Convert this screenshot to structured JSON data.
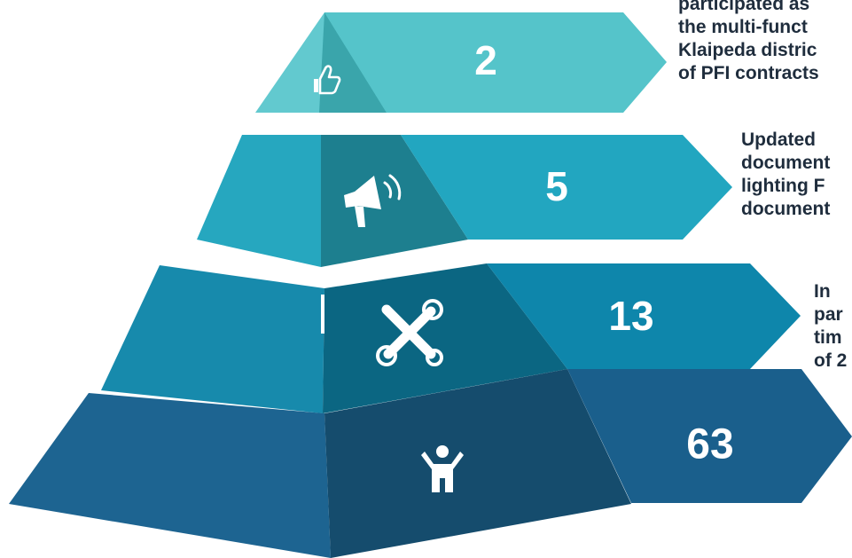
{
  "levels": [
    {
      "value": "2",
      "icon": "thumbs-up-icon",
      "colors": {
        "left": "#62c9cf",
        "mid": "#3aa5ab",
        "arrow": "#55c4ca"
      },
      "text_lines": [
        "participated as",
        "the multi-funct",
        "Klaipeda distric",
        "of PFI contracts"
      ]
    },
    {
      "value": "5",
      "icon": "megaphone-icon",
      "colors": {
        "left": "#26a7bf",
        "mid": "#1d7f8f",
        "arrow": "#22a6c0"
      },
      "text_lines": [
        "Updated",
        "document",
        "lighting F",
        "document"
      ]
    },
    {
      "value": "13",
      "icon": "tools-icon",
      "colors": {
        "left": "#178aac",
        "mid": "#0b6682",
        "arrow": "#0e86ab"
      },
      "text_lines": [
        "In",
        "par",
        "tim",
        "of 2"
      ]
    },
    {
      "value": "63",
      "icon": "person-icon",
      "colors": {
        "left": "#1d6491",
        "mid": "#154c6d",
        "arrow": "#1a5f8c"
      },
      "text_lines": []
    }
  ]
}
